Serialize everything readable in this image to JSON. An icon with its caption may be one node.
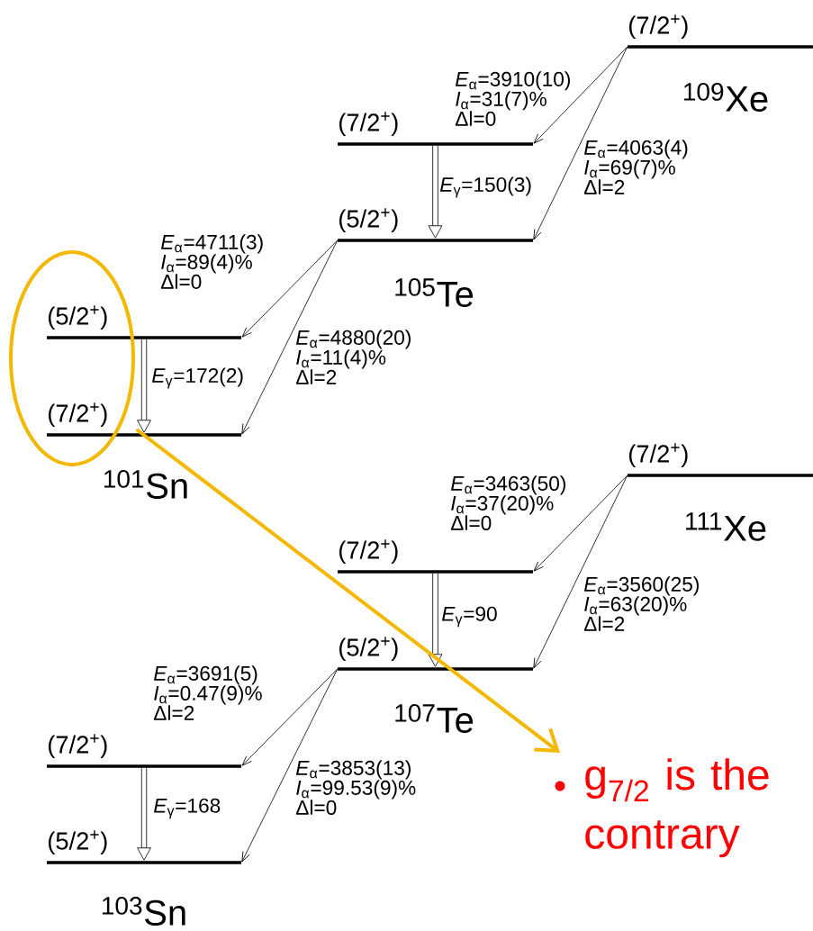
{
  "diagram": {
    "nodes": [
      {
        "text": [
          "(7/2$^{+}$)"
        ]
      },
      {
        "text": [
          "(7/2$^{+}$)"
        ]
      },
      {
        "text": [
          "(5/2$^{+}$)"
        ]
      },
      {
        "text": [
          "(5/2$^{+}$)"
        ]
      },
      {
        "text": [
          "(7/2$^{+}$)"
        ]
      },
      {
        "text": [
          "(7/2$^{+}$)"
        ]
      },
      {
        "text": [
          "(7/2$^{+}$)"
        ]
      },
      {
        "text": [
          "(5/2$^{+}$)"
        ]
      },
      {
        "text": [
          "(7/2$^{+}$)"
        ]
      },
      {
        "text": [
          "(5/2$^{+}$)"
        ]
      },
      {
        "text": [
          "g$_{7/2}$ is the contrary"
        ]
      }
    ],
    "edges": [
      {
        "from": 0,
        "to": 1,
        "arrow": "to",
        "label": "*E*$_{α}$=3910(10) *I*$_{α}$=31(7)% Δl=0"
      },
      {
        "from": 0,
        "to": 2,
        "arrow": "to",
        "label": "*E*$_{α}$=4063(4) *I*$_{α}$=69(7)% Δl=2"
      },
      {
        "from": 1,
        "to": 2,
        "arrow": "to",
        "style": "thick",
        "label": "*E*$_{γ}$=150(3)"
      },
      {
        "from": 2,
        "to": 3,
        "arrow": "to",
        "label": "*E*$_{α}$=4711(3) *I*$_{α}$=89(4)% Δl=0"
      },
      {
        "from": 2,
        "to": 4,
        "arrow": "to",
        "label": "*E*$_{α}$=4880(20) *I*$_{α}$=11(4)% Δl=2"
      },
      {
        "from": 3,
        "to": 4,
        "arrow": "to",
        "style": "thick",
        "label": "*E*$_{γ}$=172(2)"
      },
      {
        "from": 5,
        "to": 6,
        "arrow": "to",
        "label": "*E*$_{α}$=3463(50) *I*$_{α}$=37(20)% Δl=0"
      },
      {
        "from": 5,
        "to": 7,
        "arrow": "to",
        "label": "*E*$_{α}$=3560(25) *I*$_{α}$=63(20)% Δl=2"
      },
      {
        "from": 6,
        "to": 7,
        "arrow": "to",
        "style": "thick",
        "label": "*E*$_{γ}$=90"
      },
      {
        "from": 7,
        "to": 8,
        "arrow": "to",
        "label": "*E*$_{α}$=3691(5) *I*$_{α}$=0.47(9)% Δl=2"
      },
      {
        "from": 7,
        "to": 9,
        "arrow": "to",
        "label": "*E*$_{α}$=3853(13) *I*$_{α}$=99.53(9)% Δl=0"
      },
      {
        "from": 8,
        "to": 9,
        "arrow": "to",
        "style": "thick",
        "label": "*E*$_{γ}$=168"
      },
      {
        "from": 4,
        "to": 10,
        "arrow": "to",
        "style": "thick",
        "color": "#f5b800"
      }
    ],
    "labels": [
      "$^{109}$Xe",
      "$^{105}$Te",
      "$^{101}$Sn",
      "$^{111}$Xe",
      "$^{107}$Te",
      "$^{103}$Sn"
    ]
  }
}
